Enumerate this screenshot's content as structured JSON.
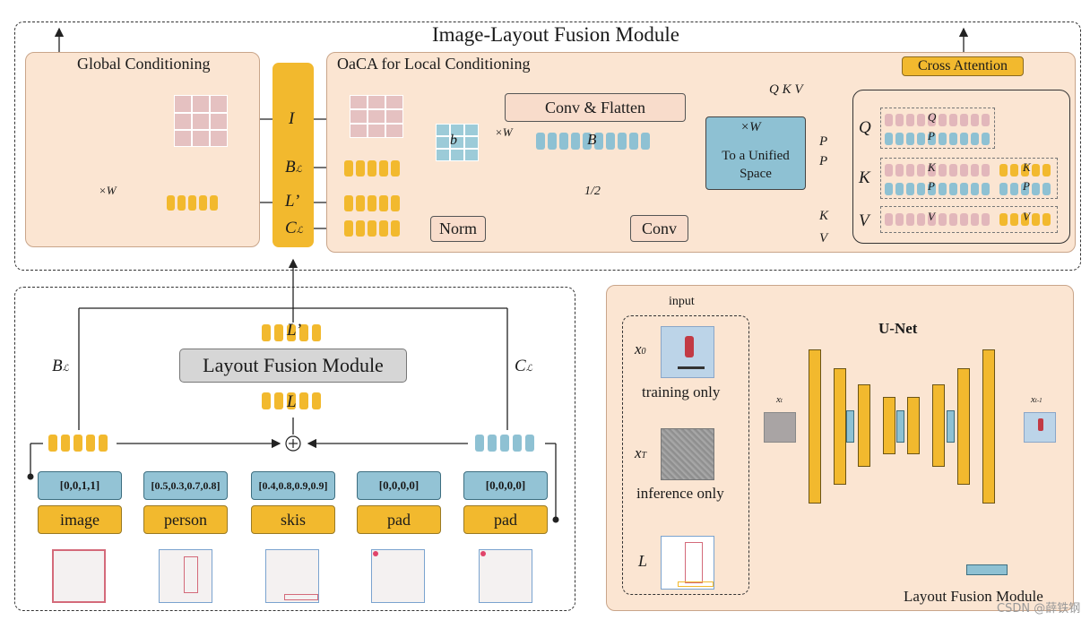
{
  "fusion": {
    "title": "Image-Layout Fusion Module",
    "global_title": "Global Conditioning",
    "local_title": "OaCA for Local Conditioning",
    "times_w": "×W",
    "center_labels": [
      "I",
      "B",
      "L’",
      "C"
    ],
    "conv_flatten": "Conv & Flatten",
    "b_i": "b",
    "times_wb": "×W",
    "b_i_tokens": "B",
    "unified_top": "×W",
    "unified_text": "To a Unified Space",
    "norm": "Norm",
    "conv": "Conv",
    "half": "1/2",
    "qkv_out": "Q  K  V",
    "p_i": "P",
    "p_l": "P",
    "k_l": "K",
    "v_l": "V",
    "cross_attention": "Cross Attention",
    "q": "Q",
    "k": "K",
    "v": "V",
    "q_row": [
      "Q",
      "P"
    ],
    "k_row": [
      "K",
      "K",
      "P",
      "P"
    ],
    "v_row": [
      "V",
      "V"
    ]
  },
  "layout": {
    "l_prime": "L’",
    "module": "Layout Fusion Module",
    "l": "L",
    "b_l": "B",
    "c_l": "C",
    "coords": [
      "[0,0,1,1]",
      "[0.5,0.3,0.7,0.8]",
      "[0.4,0.8,0.9,0.9]",
      "[0,0,0,0]",
      "[0,0,0,0]"
    ],
    "categories": [
      "image",
      "person",
      "skis",
      "pad",
      "pad"
    ]
  },
  "unet_panel": {
    "input": "input",
    "x0": "x",
    "training": "training only",
    "xT": "x",
    "inference": "inference only",
    "L": "L",
    "title": "U-Net",
    "xt": "x",
    "xt1": "x",
    "legend": "Layout Fusion Module",
    "watermark": "CSDN @薛铁钢"
  },
  "colors": {
    "yellow": "#f2b92e",
    "blue": "#8ec1d3",
    "pink": "#e2b7bb",
    "panel": "#fbe5d2"
  }
}
